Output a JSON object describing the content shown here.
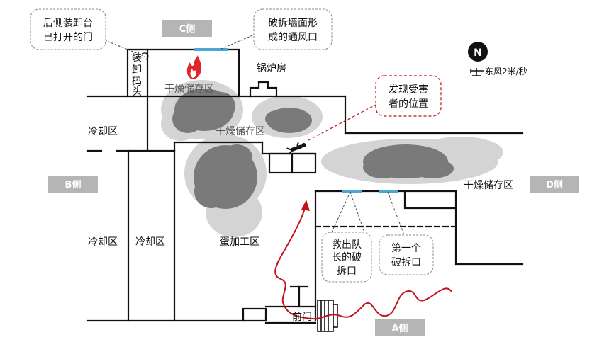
{
  "sides": {
    "c": "C侧",
    "b": "B侧",
    "d": "D侧",
    "a": "A侧"
  },
  "callouts": {
    "rear_dock_door": [
      "后侧装卸台",
      "已打开的门"
    ],
    "wall_vent": [
      "破拆墙面形",
      "成的通风口"
    ],
    "victim_location": [
      "发现受害",
      "者的位置"
    ],
    "captain_breach": [
      "救出队",
      "长的破",
      "拆口"
    ],
    "first_breach": [
      "第一个",
      "破拆口"
    ]
  },
  "zones": {
    "dock_vertical": [
      "装",
      "卸",
      "码",
      "头"
    ],
    "dry_storage_top": "干燥储存区",
    "dry_storage_mid": "干燥储存区",
    "dry_storage_right": "干燥储存区",
    "boiler_room": "锅炉房",
    "cooling_upper_left": "冷却区",
    "cooling_lower_left": "冷却区",
    "cooling_lower_mid": "冷却区",
    "egg_processing": "蛋加工区",
    "front_door": "前门"
  },
  "wind": {
    "label": "东风2米/秒",
    "north_letter": "N"
  },
  "colors": {
    "walls": "#111111",
    "smoke": "#7a7a7a",
    "smoke_halo": "#d4d4d4",
    "route": "#c0121b",
    "vent": "#4aa8d8",
    "side_tag": "#b5b5b5",
    "fire": "#e0262a"
  },
  "icons": [
    "fire-icon",
    "north-compass-icon",
    "wind-vane-icon",
    "victim-icon",
    "entry-arrow-icon"
  ]
}
